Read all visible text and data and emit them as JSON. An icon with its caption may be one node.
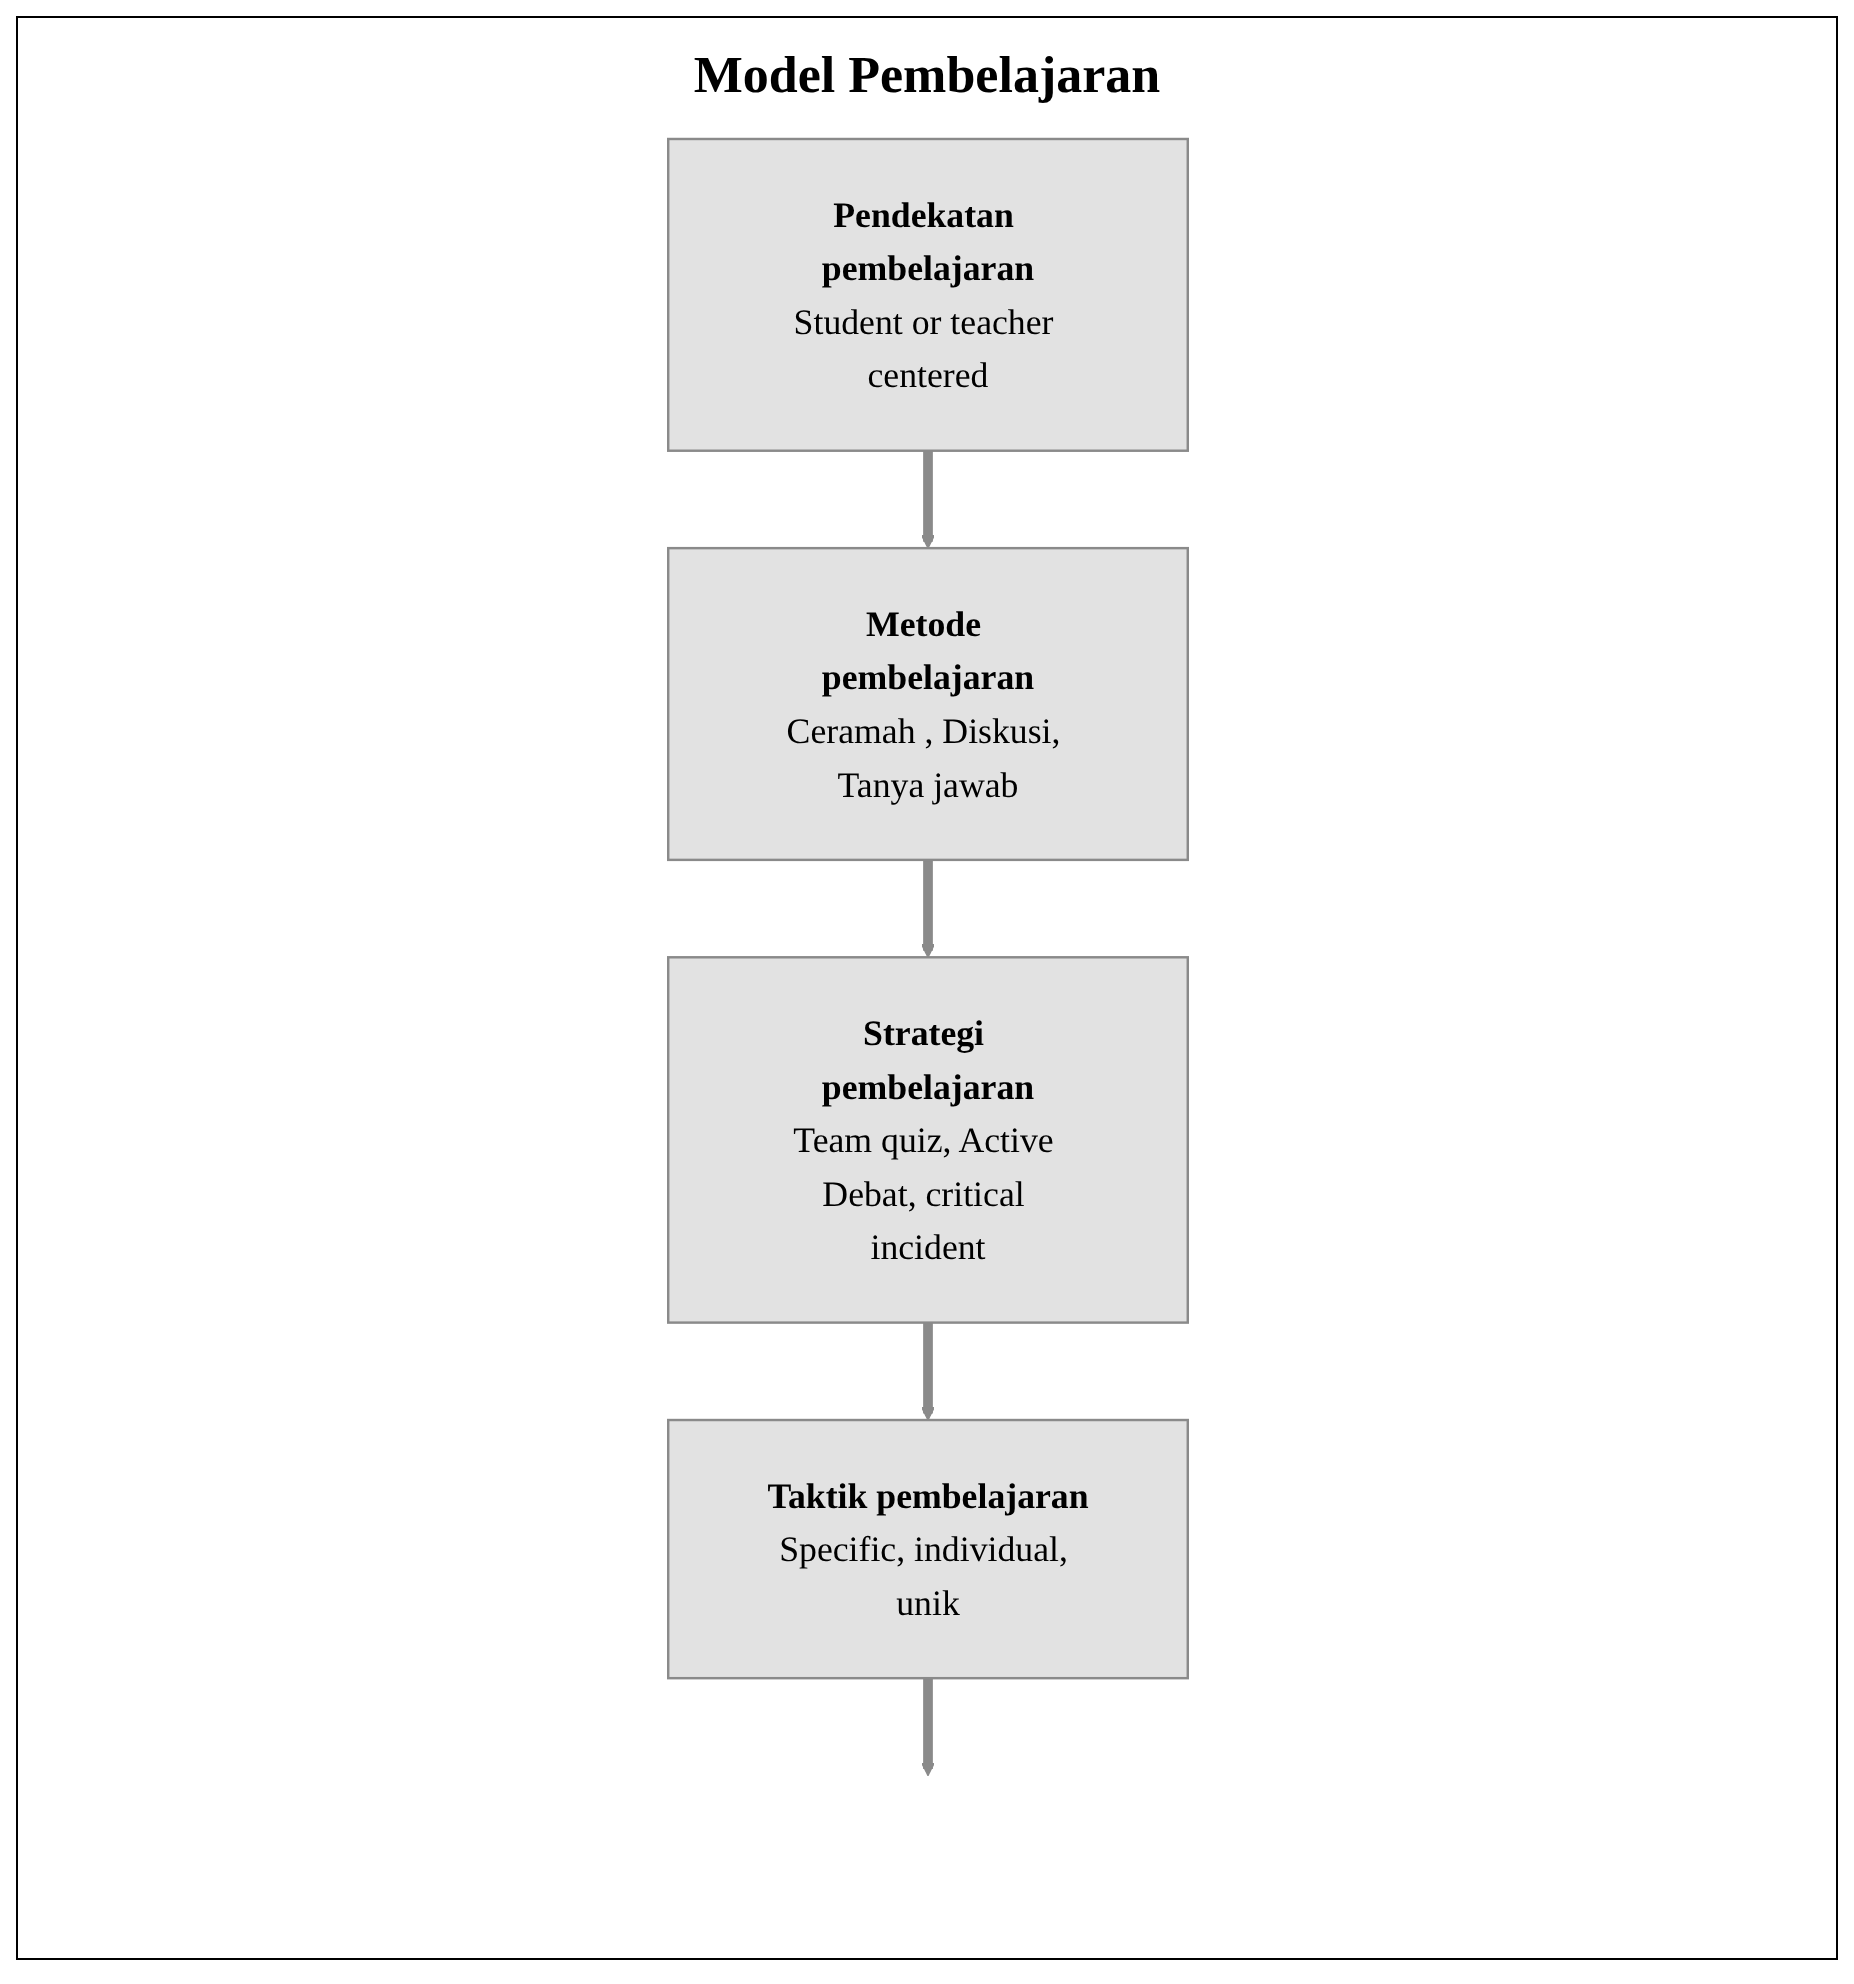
{
  "diagram": {
    "title": "Model Pembelajaran",
    "nodes": [
      {
        "text": [
          "Pendekatan pembelajaran",
          "Student or teacher centered"
        ]
      },
      {
        "text": [
          "Metode pembelajaran",
          "Ceramah , Diskusi, Tanya jawab"
        ]
      },
      {
        "text": [
          "Strategi pembelajaran",
          "Team quiz, Active Debat, critical incident"
        ]
      },
      {
        "text": [
          "Taktik pembelajaran",
          "Specific, individual, unik"
        ]
      }
    ],
    "edges": [
      {
        "from": 0,
        "to": 1,
        "arrow": "to"
      },
      {
        "from": 1,
        "to": 2,
        "arrow": "to"
      },
      {
        "from": 2,
        "to": 3,
        "arrow": "to"
      },
      {
        "from": 3,
        "to": null,
        "arrow": "to"
      }
    ]
  }
}
